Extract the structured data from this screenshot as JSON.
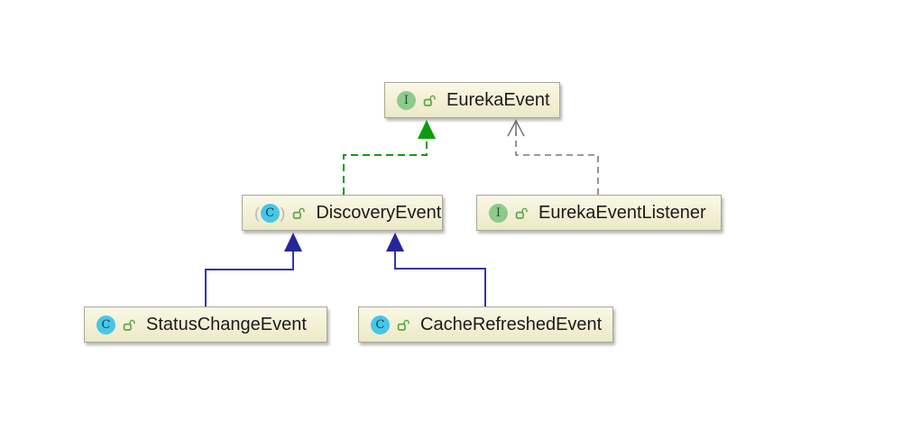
{
  "diagram": {
    "nodes": [
      {
        "id": "eureka-event",
        "label": "EurekaEvent",
        "kind": "interface",
        "icon_letter": "I",
        "visibility": "public"
      },
      {
        "id": "discovery-event",
        "label": "DiscoveryEvent",
        "kind": "class",
        "icon_letter": "C",
        "visibility": "public"
      },
      {
        "id": "eureka-event-listener",
        "label": "EurekaEventListener",
        "kind": "interface",
        "icon_letter": "I",
        "visibility": "public"
      },
      {
        "id": "status-change-event",
        "label": "StatusChangeEvent",
        "kind": "class",
        "icon_letter": "C",
        "visibility": "public"
      },
      {
        "id": "cache-refreshed-event",
        "label": "CacheRefreshedEvent",
        "kind": "class",
        "icon_letter": "C",
        "visibility": "public"
      }
    ],
    "edges": [
      {
        "from": "DiscoveryEvent",
        "to": "EurekaEvent",
        "relationship": "implements",
        "line": "dashed",
        "arrowhead": "filled-triangle",
        "color": "green"
      },
      {
        "from": "EurekaEventListener",
        "to": "EurekaEvent",
        "relationship": "depends-on",
        "line": "dashed",
        "arrowhead": "open-arrow",
        "color": "gray"
      },
      {
        "from": "StatusChangeEvent",
        "to": "DiscoveryEvent",
        "relationship": "extends",
        "line": "solid",
        "arrowhead": "filled-triangle",
        "color": "blue"
      },
      {
        "from": "CacheRefreshedEvent",
        "to": "DiscoveryEvent",
        "relationship": "extends",
        "line": "solid",
        "arrowhead": "filled-triangle",
        "color": "blue"
      }
    ]
  },
  "colors": {
    "node-fill-top": "#FAF8E6",
    "node-fill-bottom": "#EDE8C6",
    "node-border": "#A8A896",
    "label-color": "#1B1B1B",
    "edge-green": "#0E9C0E",
    "edge-gray": "#7A7A7A",
    "edge-blue": "#3336AD",
    "edge-blue-dark": "#26269C",
    "icon-interface-bg": "#8CCB8A",
    "icon-interface-letter": "#2F4A3C",
    "icon-class-bg": "#47C6E8",
    "icon-class-letter": "#11464F",
    "lock-green": "#5BA746",
    "paren-gray": "#B5B5B5"
  }
}
